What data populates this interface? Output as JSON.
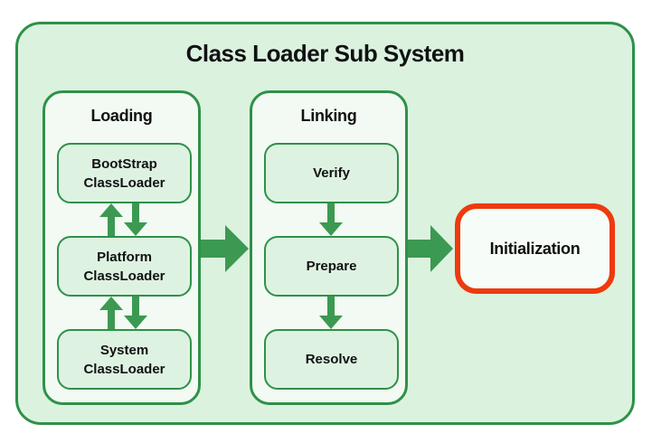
{
  "title": "Class Loader Sub System",
  "colors": {
    "canvas": "#dbf2df",
    "panel": "#f2faf3",
    "box": "#def2e2",
    "init_fill": "#f6fcf7",
    "green": "#2e9148",
    "arrow": "#3c9952",
    "red": "#ee3a0e",
    "text": "#111111"
  },
  "loading": {
    "label": "Loading",
    "boxes": [
      {
        "lines": [
          "BootStrap",
          "ClassLoader"
        ]
      },
      {
        "lines": [
          "Platform",
          "ClassLoader"
        ]
      },
      {
        "lines": [
          "System",
          "ClassLoader"
        ]
      }
    ]
  },
  "linking": {
    "label": "Linking",
    "boxes": [
      {
        "lines": [
          "Verify"
        ]
      },
      {
        "lines": [
          "Prepare"
        ]
      },
      {
        "lines": [
          "Resolve"
        ]
      }
    ]
  },
  "initialization": {
    "label": "Initialization"
  }
}
